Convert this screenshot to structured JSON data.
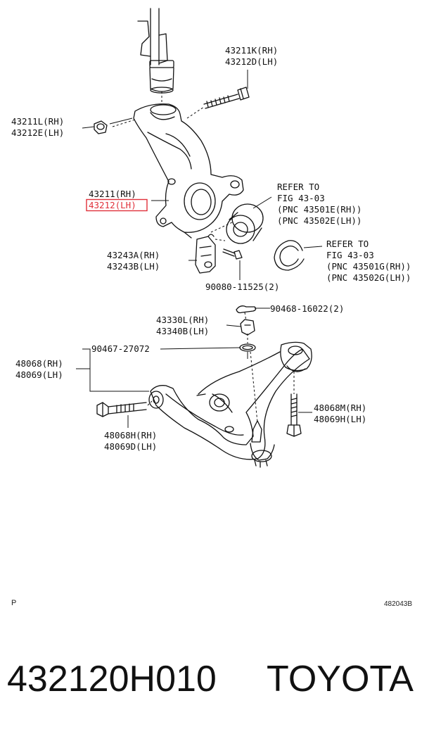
{
  "labels": {
    "l43211k": "43211K(RH)",
    "l43212d": "43212D(LH)",
    "l43211l": "43211L(RH)",
    "l43212e": "43212E(LH)",
    "l43211": "43211(RH)",
    "l43212": "43212(LH)",
    "refer1_a": "REFER TO",
    "refer1_b": "FIG 43-03",
    "refer1_c": "(PNC 43501E(RH))",
    "refer1_d": "(PNC 43502E(LH))",
    "l43243a": "43243A(RH)",
    "l43243b": "43243B(LH)",
    "refer2_a": "REFER TO",
    "refer2_b": "FIG 43-03",
    "refer2_c": "(PNC 43501G(RH))",
    "refer2_d": "(PNC 43502G(LH))",
    "l90080": "90080-11525(2)",
    "l90468": "90468-16022(2)",
    "l43330l": "43330L(RH)",
    "l43340b": "43340B(LH)",
    "l90467": "90467-27072",
    "l48068": "48068(RH)",
    "l48069": "48069(LH)",
    "l48068m": "48068M(RH)",
    "l48069h": "48069H(LH)",
    "l48068h": "48068H(RH)",
    "l48069d": "48069D(LH)"
  },
  "footer": {
    "left": "P",
    "right": "482043B"
  },
  "caption": {
    "part_number": "432120H010",
    "brand": "TOYOTA"
  },
  "colors": {
    "highlight": "#e0303a",
    "line": "#111111"
  }
}
